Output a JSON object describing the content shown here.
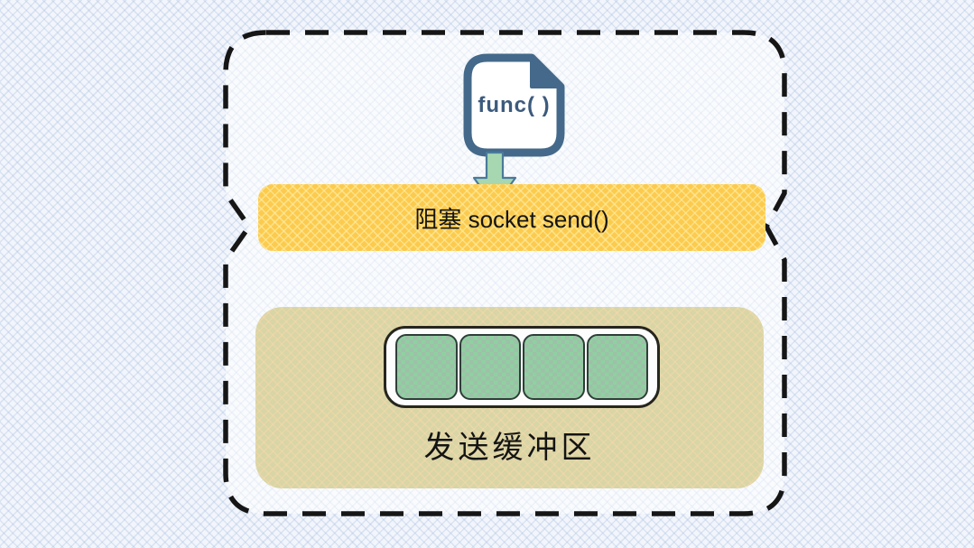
{
  "diagram": {
    "func_icon": {
      "label": "func( )"
    },
    "blocking_bar": {
      "label": "阻塞 socket send()"
    },
    "send_buffer": {
      "label": "发送缓冲区",
      "cell_count": 4
    }
  },
  "colors": {
    "bar_yellow": "#fccb4e",
    "buffer_tan": "#d8d5a6",
    "cell_green": "#8ed1a0",
    "cell_green_shade": "#9fbfa9",
    "icon_steel_blue": "#44698a",
    "func_text_blue": "#3c5a7d",
    "arrow_green": "#a7d7b0",
    "arrow_outline_blue": "#4a7a9b",
    "dash_black": "#161616",
    "text_black": "#141414"
  }
}
